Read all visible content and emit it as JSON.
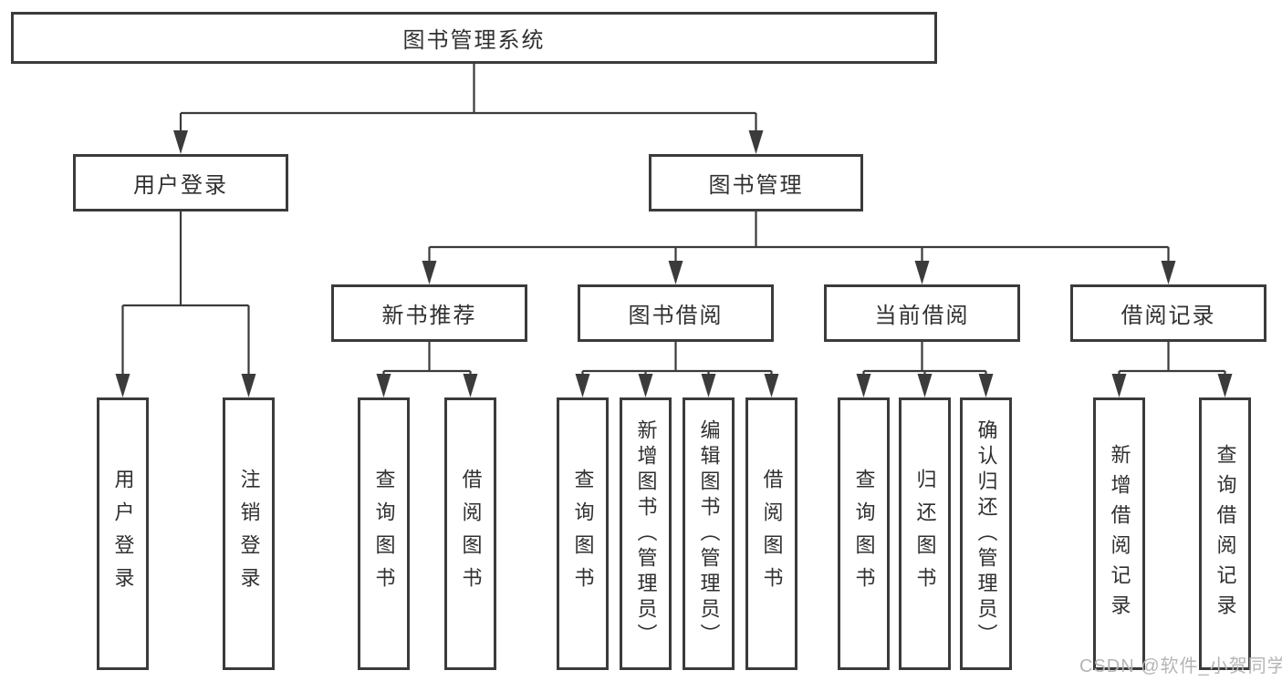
{
  "diagram": {
    "root": {
      "label": "图书管理系统"
    },
    "level2": [
      {
        "label": "用户登录"
      },
      {
        "label": "图书管理"
      }
    ],
    "level3": [
      {
        "label": "新书推荐"
      },
      {
        "label": "图书借阅"
      },
      {
        "label": "当前借阅"
      },
      {
        "label": "借阅记录"
      }
    ],
    "leaves": [
      {
        "label": "用户登录"
      },
      {
        "label": "注销登录"
      },
      {
        "label": "查询图书"
      },
      {
        "label": "借阅图书"
      },
      {
        "label": "查询图书"
      },
      {
        "label": "新增图书（管理员）"
      },
      {
        "label": "编辑图书（管理员）"
      },
      {
        "label": "借阅图书"
      },
      {
        "label": "查询图书"
      },
      {
        "label": "归还图书"
      },
      {
        "label": "确认归还（管理员）"
      },
      {
        "label": "新增借阅记录"
      },
      {
        "label": "查询借阅记录"
      }
    ]
  },
  "watermark": "CSDN @软件_小贺同学",
  "colors": {
    "line": "#3b3b3b",
    "text": "#303030",
    "watermark": "#b5b5b5",
    "background": "#ffffff"
  }
}
